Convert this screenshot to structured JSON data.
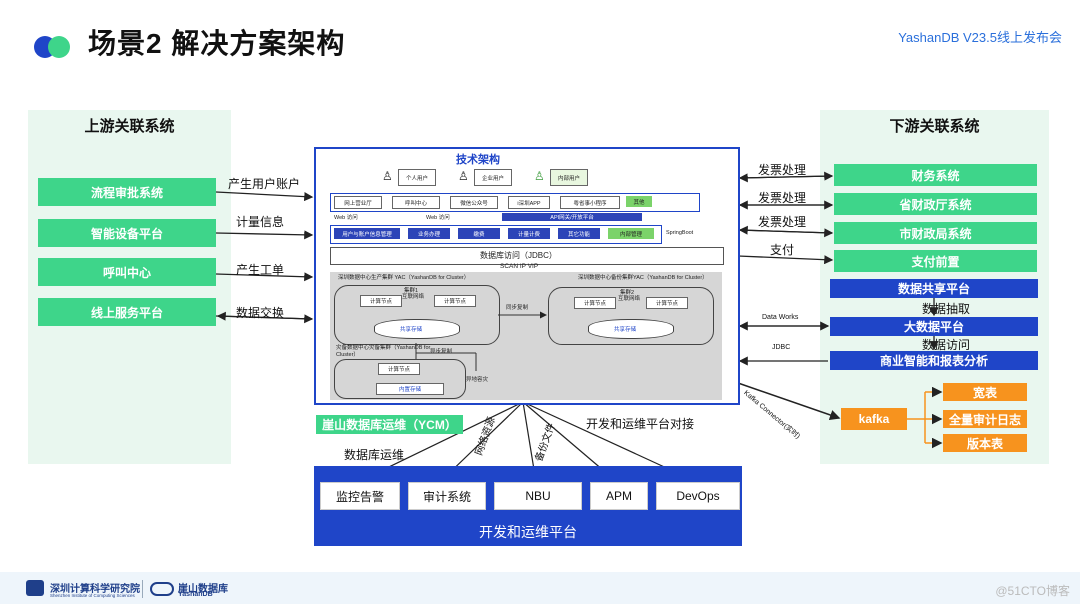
{
  "header": {
    "title": "场景2 解决方案架构",
    "event": "YashanDB V23.5线上发布会",
    "logo_colors": [
      "#1f45c8",
      "#3ed58a"
    ]
  },
  "upstream": {
    "title": "上游关联系统",
    "systems": [
      "流程审批系统",
      "智能设备平台",
      "呼叫中心",
      "线上服务平台"
    ],
    "flows": [
      "产生用户账户",
      "计量信息",
      "产生工单",
      "数据交换"
    ]
  },
  "downstream": {
    "title": "下游关联系统",
    "green_systems": [
      "财务系统",
      "省财政厅系统",
      "市财政局系统",
      "支付前置"
    ],
    "green_flows": [
      "发票处理",
      "发票处理",
      "发票处理",
      "支付"
    ],
    "blue_systems": [
      "数据共享平台",
      "大数据平台",
      "商业智能和报表分析"
    ],
    "blue_flows": [
      "数据抽取",
      "数据访问"
    ],
    "side_flows": [
      "Data Works",
      "JDBC"
    ],
    "kafka": "kafka",
    "kafka_flow": "Kafka Connector(实时)",
    "kafka_targets": [
      "宽表",
      "全量审计日志",
      "版本表"
    ]
  },
  "tech": {
    "title": "技术架构",
    "users": [
      "个人用户",
      "企业用户",
      "内部用户"
    ],
    "channels": [
      "网上营业厅",
      "呼叫中心",
      "微信公众号",
      "i深圳APP",
      "粤省事小程序",
      "其他"
    ],
    "web_access": [
      "Web 访问",
      "Web 访问"
    ],
    "api_label": "API网关/开放平台",
    "services": [
      "用户与账户信息管理",
      "业务办理",
      "缴费",
      "计量计费",
      "其它功能",
      "内部管理"
    ],
    "framework": "SpringBoot",
    "db_access": "数据库访问（JDBC）",
    "scan_ip": "SCAN IP VIP",
    "prod_cluster": "深圳数据中心生产集群 YAC（YashanDB for Cluster）",
    "backup_cluster": "深圳数据中心备份集群YAC（YashanDB for Cluster）",
    "cluster1": "集群1",
    "cluster2": "集群2",
    "interconnect": "互联网络",
    "compute_node": "计算节点",
    "shared_storage": "共享存储",
    "sync_copy": "同步复制",
    "dr_cluster": "灾备数据中心灾备集群（YashanDB for Cluster）",
    "async_copy": "异步复制",
    "offsite_dr": "异地容灾",
    "builtin_storage": "内置存储"
  },
  "ops": {
    "ycm": "崖山数据库运维（YCM）",
    "ycm_flow": "数据库运维",
    "angled_flows": [
      "网络资源",
      "备份文件"
    ],
    "docking": "开发和运维平台对接",
    "tools": [
      "监控告警",
      "审计系统",
      "NBU",
      "APM",
      "DevOps"
    ],
    "platform": "开发和运维平台"
  },
  "footer": {
    "org1": "深圳计算科学研究院",
    "org1_en": "Shenzhen Institute of Computing Sciences",
    "org2": "崖山数据库",
    "org2_en": "YashanDB",
    "watermark": "@51CTO博客"
  }
}
